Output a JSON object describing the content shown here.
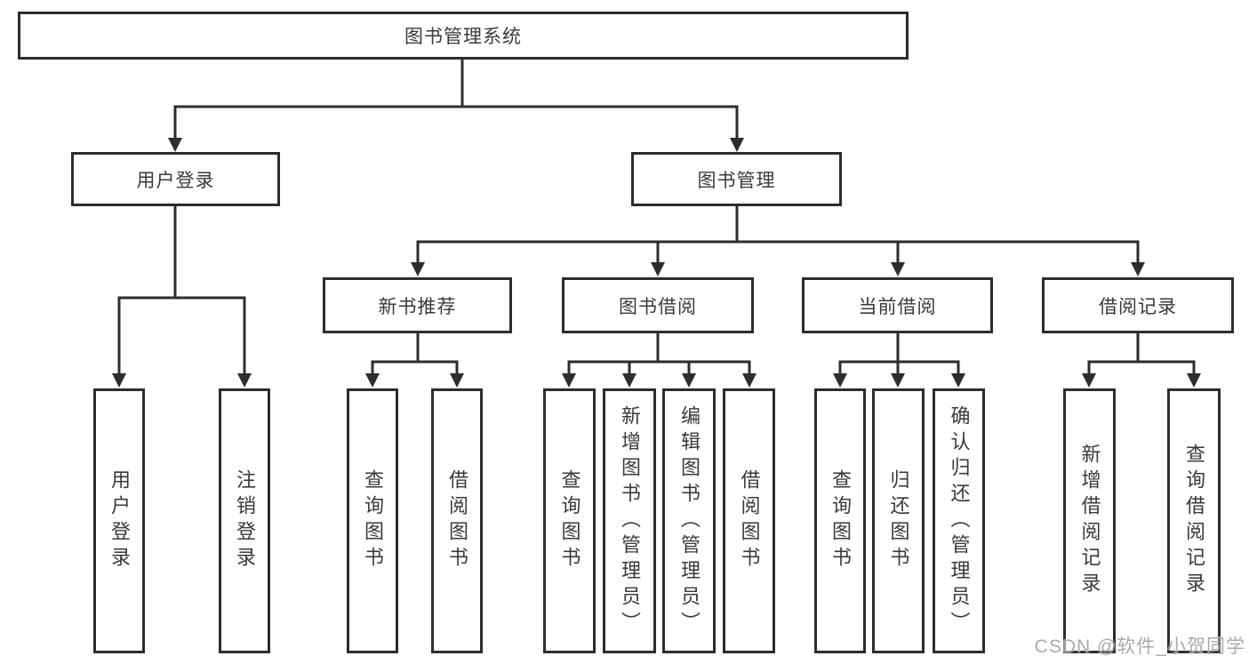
{
  "tree": {
    "label": "图书管理系统",
    "children": [
      {
        "label": "用户登录",
        "children": [
          {
            "label": "用户登录"
          },
          {
            "label": "注销登录"
          }
        ]
      },
      {
        "label": "图书管理",
        "children": [
          {
            "label": "新书推荐",
            "children": [
              {
                "label": "查询图书"
              },
              {
                "label": "借阅图书"
              }
            ]
          },
          {
            "label": "图书借阅",
            "children": [
              {
                "label": "查询图书"
              },
              {
                "label": "新增图书（管理员）"
              },
              {
                "label": "编辑图书（管理员）"
              },
              {
                "label": "借阅图书"
              }
            ]
          },
          {
            "label": "当前借阅",
            "children": [
              {
                "label": "查询图书"
              },
              {
                "label": "归还图书"
              },
              {
                "label": "确认归还（管理员）"
              }
            ]
          },
          {
            "label": "借阅记录",
            "children": [
              {
                "label": "新增借阅记录"
              },
              {
                "label": "查询借阅记录"
              }
            ]
          }
        ]
      }
    ]
  },
  "colors": {
    "line": "#2d2d2d",
    "box_border": "#2d2d2d",
    "text": "#3a3a3a",
    "background": "#ffffff",
    "watermark": "#9e9e9e"
  },
  "watermark": {
    "text": "CSDN @软件_小贺同学"
  }
}
